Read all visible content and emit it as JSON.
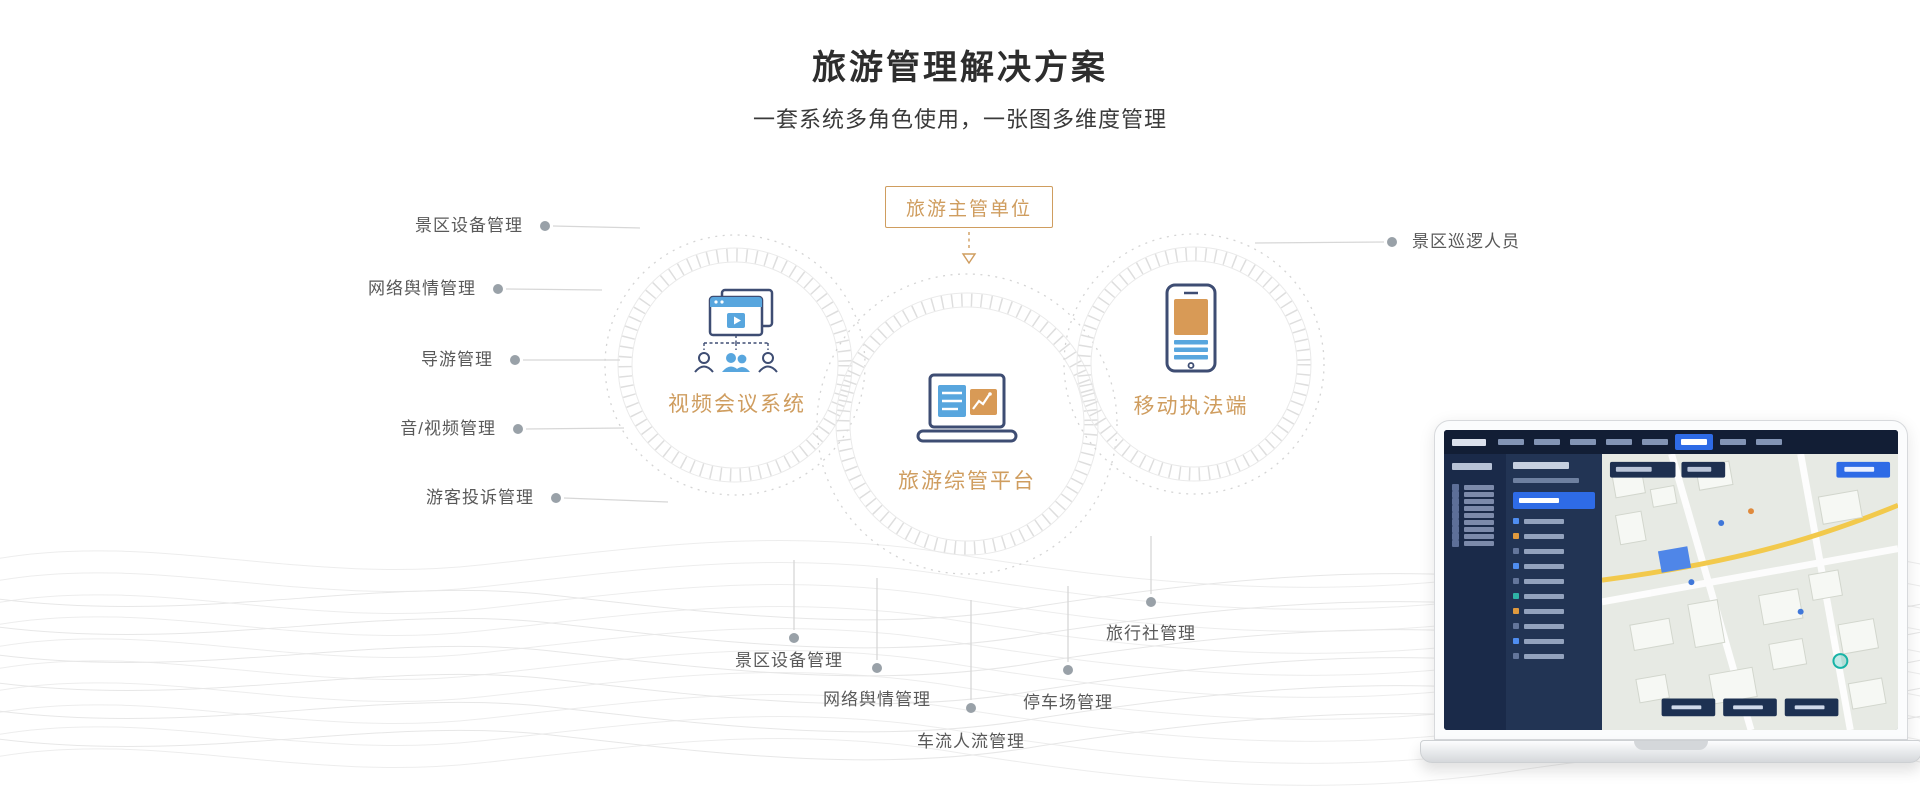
{
  "header": {
    "title": "旅游管理解决方案",
    "subtitle": "一套系统多角色使用，一张图多维度管理"
  },
  "diagram": {
    "authority_label": "旅游主管单位",
    "nodes": [
      {
        "label": "视频会议系统",
        "icon": "video-conference-icon"
      },
      {
        "label": "旅游综管平台",
        "icon": "management-platform-icon"
      },
      {
        "label": "移动执法端",
        "icon": "mobile-enforcement-icon"
      }
    ],
    "left_labels": [
      "景区设备管理",
      "网络舆情管理",
      "导游管理",
      "音/视频管理",
      "游客投诉管理"
    ],
    "right_label": "景区巡逻人员",
    "bottom_labels": [
      "景区设备管理",
      "网络舆情管理",
      "车流人流管理",
      "停车场管理",
      "旅行社管理"
    ]
  },
  "colors": {
    "accent_orange": "#CF9D5F",
    "icon_blue": "#58A6DE",
    "icon_navy": "#3E4D73",
    "label_gray": "#595959",
    "line_gray": "#D7D7D7",
    "dashboard_navy": "#16233C",
    "dashboard_blue": "#2E6BE6",
    "map_road_yellow": "#F2C94C"
  }
}
